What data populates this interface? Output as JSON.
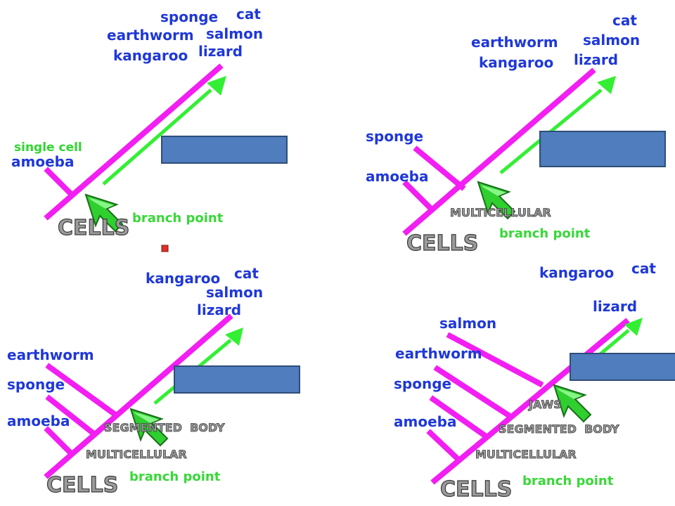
{
  "colors": {
    "branch": "#f21ef2",
    "taxon_text": "#1f38d8",
    "arrow": "#33ef33",
    "label_box": "#4f7dbe",
    "trait_text": "#9a9a9a"
  },
  "icons": [
    "green-pointer-arrow-icon",
    "small-red-square-icon"
  ],
  "panels": [
    {
      "id": "panel-1",
      "taxa": {
        "sponge": "sponge",
        "cat": "cat",
        "earthworm": "earthworm",
        "salmon": "salmon",
        "kangaroo": "kangaroo",
        "lizard": "lizard",
        "single_cell": "single cell",
        "amoeba": "amoeba"
      },
      "cells_label": "CELLS",
      "branch_point_label": "branch point"
    },
    {
      "id": "panel-2",
      "taxa": {
        "cat": "cat",
        "earthworm": "earthworm",
        "salmon": "salmon",
        "kangaroo": "kangaroo",
        "lizard": "lizard",
        "sponge": "sponge",
        "amoeba": "amoeba"
      },
      "traits": {
        "multicellular": "MULTICELLULAR"
      },
      "cells_label": "CELLS",
      "branch_point_label": "branch point"
    },
    {
      "id": "panel-3",
      "taxa": {
        "kangaroo": "kangaroo",
        "cat": "cat",
        "salmon": "salmon",
        "lizard": "lizard",
        "earthworm": "earthworm",
        "sponge": "sponge",
        "amoeba": "amoeba"
      },
      "traits": {
        "segmented_body": "SEGMENTED  BODY",
        "multicellular": "MULTICELLULAR"
      },
      "cells_label": "CELLS",
      "branch_point_label": "branch point"
    },
    {
      "id": "panel-4",
      "taxa": {
        "kangaroo": "kangaroo",
        "cat": "cat",
        "lizard": "lizard",
        "salmon": "salmon",
        "earthworm": "earthworm",
        "sponge": "sponge",
        "amoeba": "amoeba"
      },
      "traits": {
        "jaws": "JAWS",
        "segmented_body": "SEGMENTED  BODY",
        "multicellular": "MULTICELLULAR"
      },
      "cells_label": "CELLS",
      "branch_point_label": "branch point"
    }
  ]
}
